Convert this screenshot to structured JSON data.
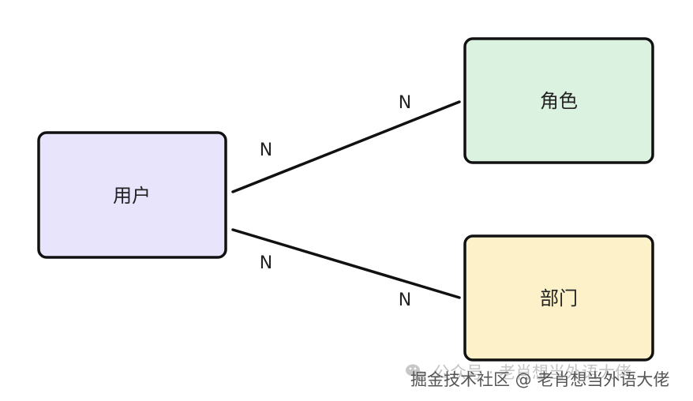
{
  "nodes": {
    "user": {
      "label": "用户",
      "fill": "#E8E4FC"
    },
    "role": {
      "label": "角色",
      "fill": "#DCF2E0"
    },
    "dept": {
      "label": "部门",
      "fill": "#FDF1C9"
    }
  },
  "edges": {
    "user_role": {
      "label_source": "N",
      "label_target": "N"
    },
    "user_dept": {
      "label_source": "N",
      "label_target": "N"
    }
  },
  "watermark": {
    "back_text": "公众号 · 老肖想当外语大佬",
    "front_text": "掘金技术社区 @ 老肖想当外语大佬",
    "icon": "wechat-icon"
  },
  "colors": {
    "stroke": "#111111",
    "text": "#222222",
    "watermark_back": "#c4c4c4",
    "watermark_front": "#555555"
  }
}
